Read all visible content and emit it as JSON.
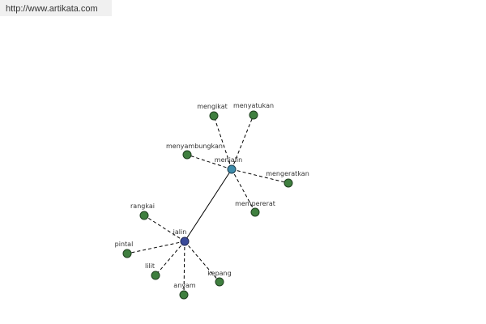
{
  "watermark": {
    "url": "http://www.artikata.com"
  },
  "colors": {
    "hub_jalin": "#3a4a9a",
    "hub_menjalin": "#3e8cab",
    "leaf": "#3f7f3f",
    "edge": "#000000"
  },
  "graph": {
    "hubs": {
      "jalin": "jalin",
      "menjalin": "menjalin"
    },
    "leaves": {
      "mengikat": "mengikat",
      "menyatukan": "menyatukan",
      "menyambungkan": "menyambungkan",
      "mengeratkan": "mengeratkan",
      "mempererat": "mempererat",
      "rangkai": "rangkai",
      "pintal": "pintal",
      "lilit": "lilit",
      "anyam": "anyam",
      "kepang": "kepang"
    }
  }
}
